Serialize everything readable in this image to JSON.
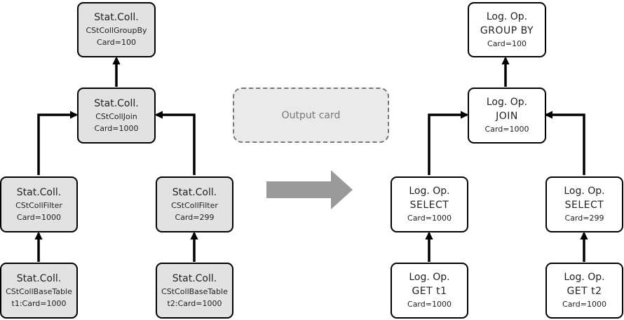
{
  "stat_tree": {
    "group_by": {
      "title": "Stat.Coll.",
      "type": "CStCollGroupBy",
      "card": "Card=100"
    },
    "join": {
      "title": "Stat.Coll.",
      "type": "CStCollJoin",
      "card": "Card=1000"
    },
    "filter_left": {
      "title": "Stat.Coll.",
      "type": "CStCollFilter",
      "card": "Card=1000"
    },
    "filter_right": {
      "title": "Stat.Coll.",
      "type": "CStCollFilter",
      "card": "Card=299"
    },
    "base_left": {
      "title": "Stat.Coll.",
      "type": "CStCollBaseTable",
      "card": "t1:Card=1000"
    },
    "base_right": {
      "title": "Stat.Coll.",
      "type": "CStCollBaseTable",
      "card": "t2:Card=1000"
    }
  },
  "output": {
    "label": "Output card"
  },
  "logop_tree": {
    "group_by": {
      "title": "Log. Op.",
      "op": "GROUP BY",
      "card": "Card=100"
    },
    "join": {
      "title": "Log. Op.",
      "op": "JOIN",
      "card": "Card=1000"
    },
    "select_left": {
      "title": "Log. Op.",
      "op": "SELECT",
      "card": "Card=1000"
    },
    "select_right": {
      "title": "Log. Op.",
      "op": "SELECT",
      "card": "Card=299"
    },
    "get_left": {
      "title": "Log. Op.",
      "op": "GET t1",
      "card": "Card=1000"
    },
    "get_right": {
      "title": "Log. Op.",
      "op": "GET t2",
      "card": "Card=1000"
    }
  },
  "colors": {
    "stat_fill": "#e2e2e2",
    "logop_fill": "#ffffff",
    "arrow": "#000000",
    "transform_arrow": "#9a9a9a"
  }
}
